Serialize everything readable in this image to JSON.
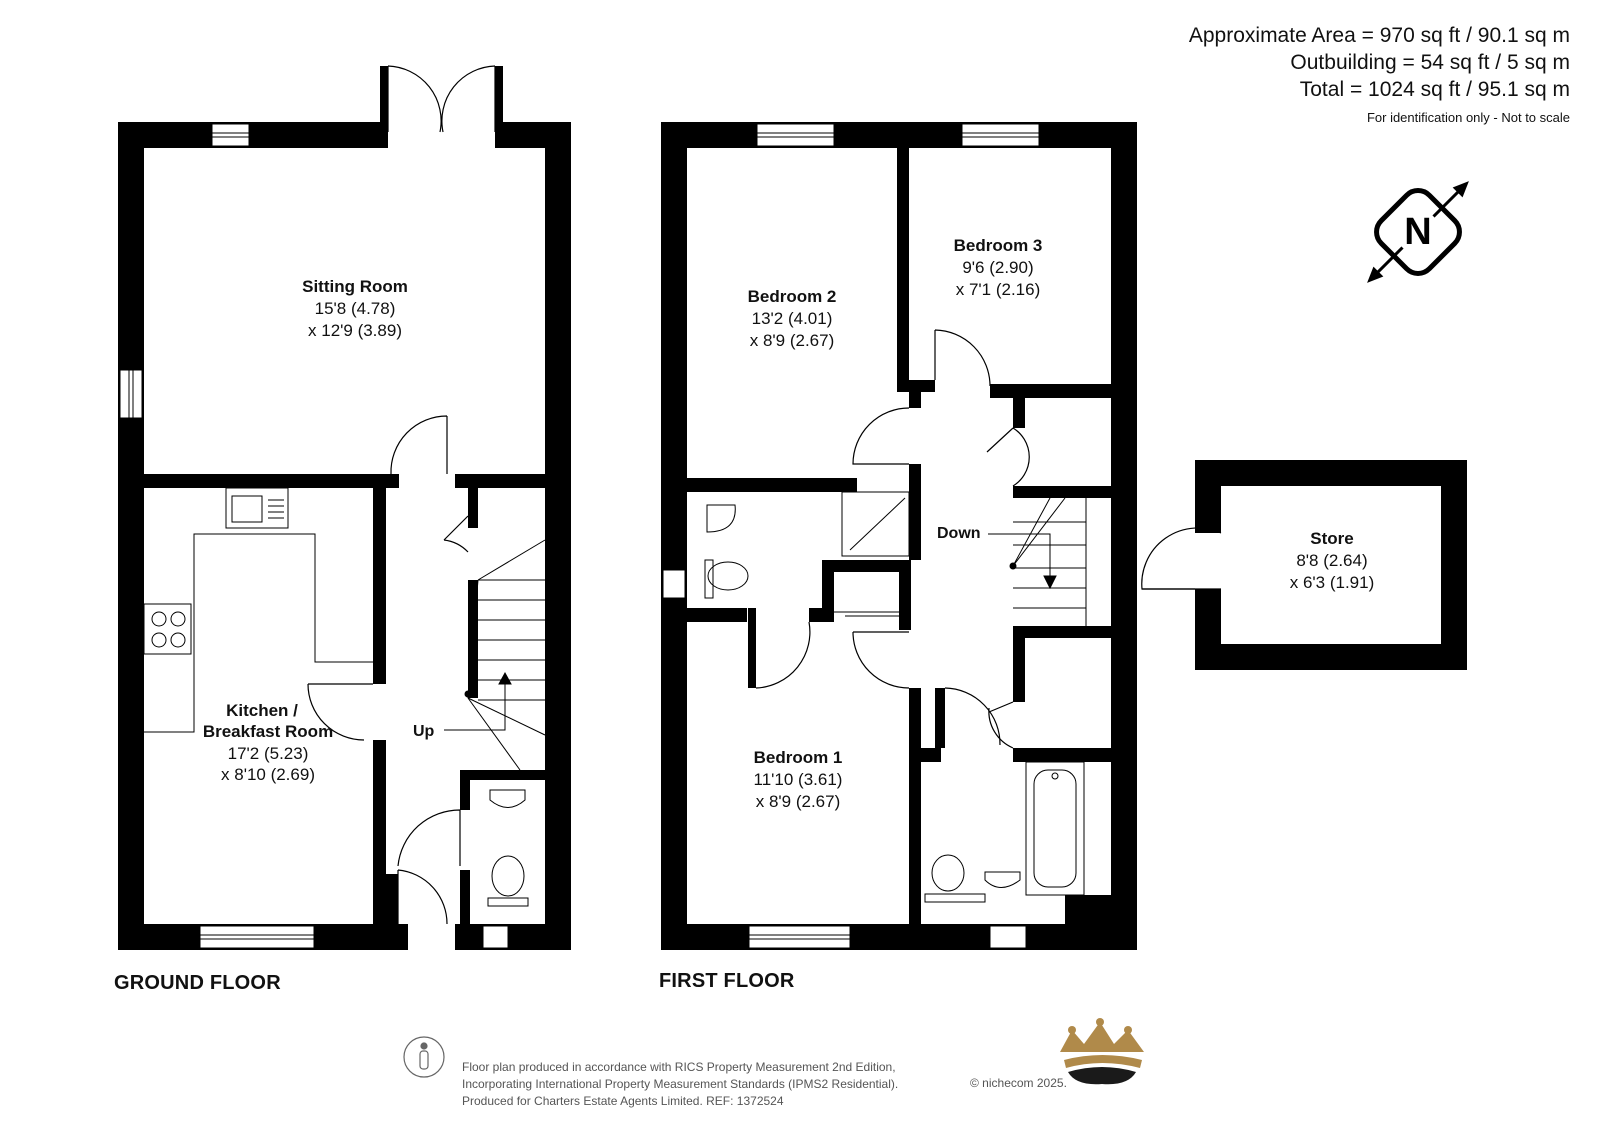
{
  "area": {
    "approx": "Approximate Area = 970 sq ft / 90.1 sq m",
    "outbuilding": "Outbuilding = 54 sq ft / 5 sq m",
    "total": "Total = 1024 sq ft / 95.1 sq m",
    "note": "For identification only - Not to scale"
  },
  "compass": {
    "label": "N",
    "icon": "north-compass-icon"
  },
  "floors": {
    "ground": "GROUND FLOOR",
    "first": "FIRST FLOOR"
  },
  "rooms": {
    "sitting": {
      "name": "Sitting Room",
      "dim1": "15'8 (4.78)",
      "dim2": "x 12'9 (3.89)"
    },
    "kitchen": {
      "name1": "Kitchen /",
      "name2": "Breakfast Room",
      "dim1": "17'2 (5.23)",
      "dim2": "x 8'10 (2.69)"
    },
    "bedroom2": {
      "name": "Bedroom 2",
      "dim1": "13'2 (4.01)",
      "dim2": "x 8'9 (2.67)"
    },
    "bedroom3": {
      "name": "Bedroom 3",
      "dim1": "9'6 (2.90)",
      "dim2": "x 7'1 (2.16)"
    },
    "bedroom1": {
      "name": "Bedroom 1",
      "dim1": "11'10 (3.61)",
      "dim2": "x 8'9 (2.67)"
    },
    "store": {
      "name": "Store",
      "dim1": "8'8 (2.64)",
      "dim2": "x 6'3 (1.91)"
    }
  },
  "stairs": {
    "up": "Up",
    "down": "Down"
  },
  "footer": {
    "line1": "Floor plan produced in accordance with RICS Property Measurement 2nd Edition,",
    "line2": "Incorporating International Property Measurement Standards (IPMS2 Residential).",
    "line3": "Produced for Charters Estate Agents Limited.   REF: 1372524",
    "copyright": "© nichecom 2025.",
    "logo_color": "#b08a4a",
    "wall_color": "#000000"
  }
}
